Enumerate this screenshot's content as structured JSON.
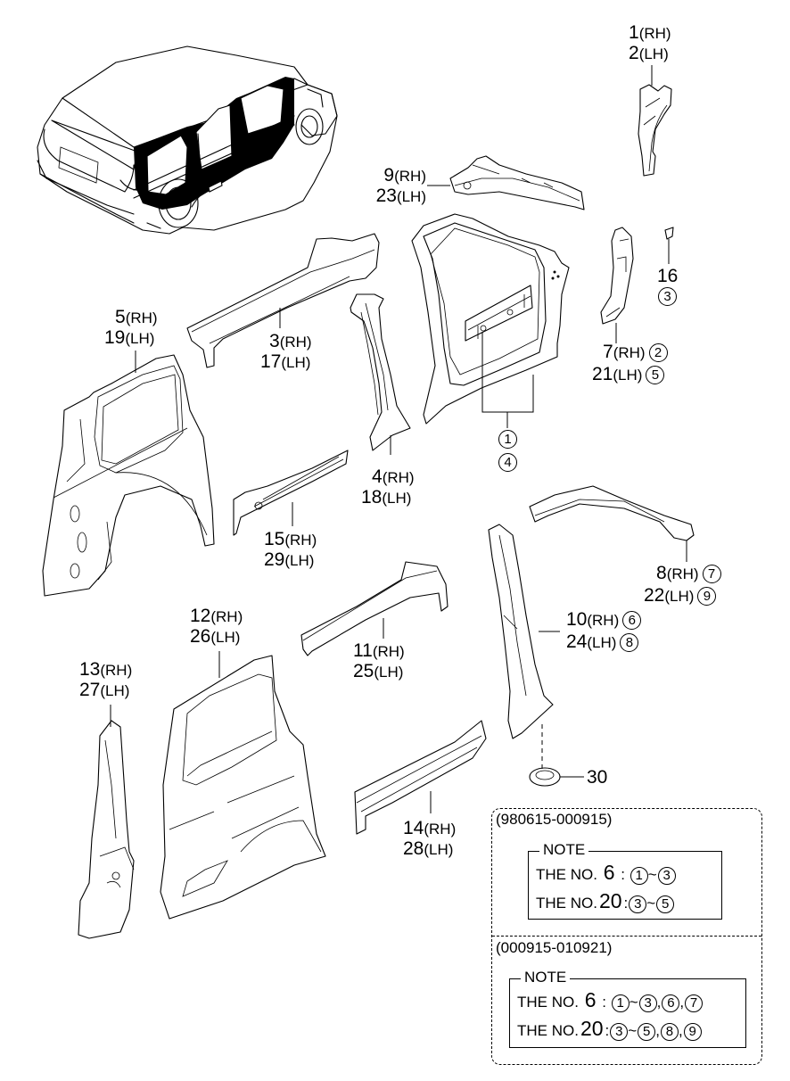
{
  "diagram": {
    "title": "Side body panel parts diagram (exploded view)",
    "overview_image": "minivan-rear-quarter-view",
    "parts": [
      {
        "id": "p1-2",
        "rh": "1",
        "lh": "2",
        "rh_tag": "(RH)",
        "lh_tag": "(LH)",
        "refs": []
      },
      {
        "id": "p9-23",
        "rh": "9",
        "lh": "23",
        "rh_tag": "(RH)",
        "lh_tag": "(LH)",
        "refs": []
      },
      {
        "id": "p16",
        "single": "16",
        "refs": [
          "3"
        ]
      },
      {
        "id": "p5-19",
        "rh": "5",
        "lh": "19",
        "rh_tag": "(RH)",
        "lh_tag": "(LH)",
        "refs": []
      },
      {
        "id": "p3-17",
        "rh": "3",
        "lh": "17",
        "rh_tag": "(RH)",
        "lh_tag": "(LH)",
        "refs": []
      },
      {
        "id": "p7-21",
        "rh": "7",
        "lh": "21",
        "rh_tag": "(RH)",
        "lh_tag": "(LH)",
        "rh_ref": "2",
        "lh_ref": "5"
      },
      {
        "id": "p-main",
        "refs": [
          "1",
          "4"
        ]
      },
      {
        "id": "p4-18",
        "rh": "4",
        "lh": "18",
        "rh_tag": "(RH)",
        "lh_tag": "(LH)",
        "refs": []
      },
      {
        "id": "p15-29",
        "rh": "15",
        "lh": "29",
        "rh_tag": "(RH)",
        "lh_tag": "(LH)",
        "refs": []
      },
      {
        "id": "p8-22",
        "rh": "8",
        "lh": "22",
        "rh_tag": "(RH)",
        "lh_tag": "(LH)",
        "rh_ref": "7",
        "lh_ref": "9"
      },
      {
        "id": "p12-26",
        "rh": "12",
        "lh": "26",
        "rh_tag": "(RH)",
        "lh_tag": "(LH)",
        "refs": []
      },
      {
        "id": "p11-25",
        "rh": "11",
        "lh": "25",
        "rh_tag": "(RH)",
        "lh_tag": "(LH)",
        "refs": []
      },
      {
        "id": "p10-24",
        "rh": "10",
        "lh": "24",
        "rh_tag": "(RH)",
        "lh_tag": "(LH)",
        "rh_ref": "6",
        "lh_ref": "8"
      },
      {
        "id": "p13-27",
        "rh": "13",
        "lh": "27",
        "rh_tag": "(RH)",
        "lh_tag": "(LH)",
        "refs": []
      },
      {
        "id": "p14-28",
        "rh": "14",
        "lh": "28",
        "rh_tag": "(RH)",
        "lh_tag": "(LH)",
        "refs": []
      },
      {
        "id": "p30",
        "single": "30",
        "refs": []
      }
    ]
  },
  "notes": {
    "period1": {
      "range": "(980615-000915)",
      "title": "NOTE",
      "lines": [
        {
          "prefix": "THE NO.",
          "no": "6",
          "sep": ":",
          "from": "1",
          "tilde": "~",
          "to": "3",
          "extra": []
        },
        {
          "prefix": "THE NO.",
          "no": "20",
          "sep": ":",
          "from": "3",
          "tilde": "~",
          "to": "5",
          "extra": []
        }
      ]
    },
    "period2": {
      "range": "(000915-010921)",
      "title": "NOTE",
      "lines": [
        {
          "prefix": "THE NO.",
          "no": "6",
          "sep": ":",
          "from": "1",
          "tilde": "~",
          "to": "3",
          "comma": ",",
          "extra": [
            "6",
            "7"
          ]
        },
        {
          "prefix": "THE NO.",
          "no": "20",
          "sep": ":",
          "from": "3",
          "tilde": "~",
          "to": "5",
          "comma": ",",
          "extra": [
            "8",
            "9"
          ]
        }
      ]
    }
  }
}
